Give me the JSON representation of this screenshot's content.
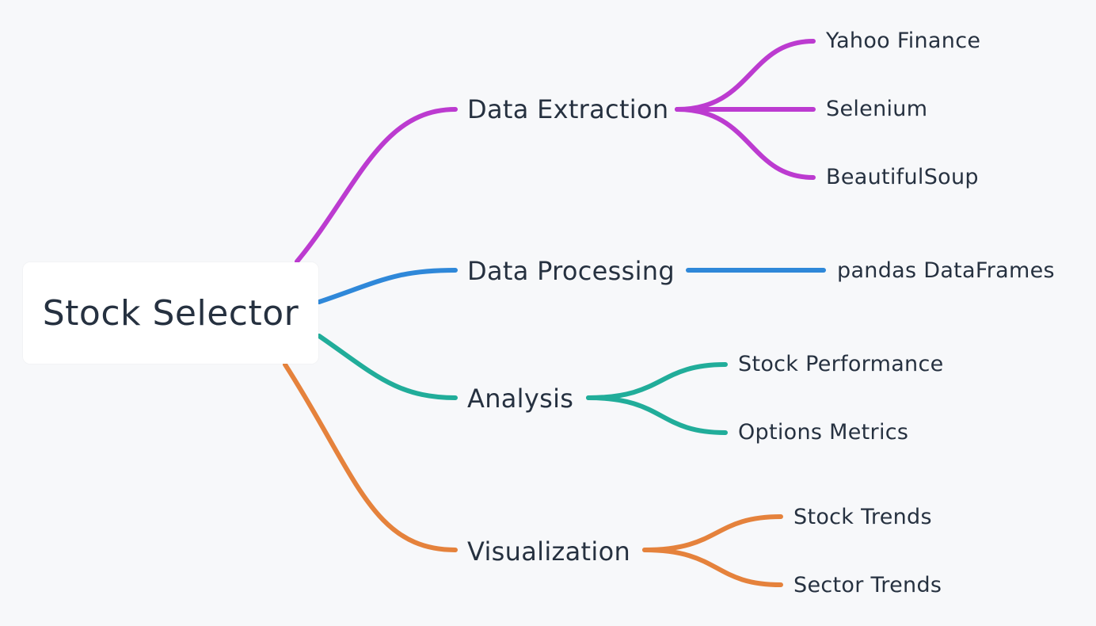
{
  "root": {
    "label": "Stock Selector"
  },
  "colors": {
    "extraction": "#bc3bd0",
    "processing": "#2f88d9",
    "analysis": "#21ad9a",
    "visualization": "#e5823c",
    "text": "#263140",
    "background": "#f7f8fa"
  },
  "branches": [
    {
      "label": "Data Extraction",
      "children": [
        "Yahoo Finance",
        "Selenium",
        "BeautifulSoup"
      ]
    },
    {
      "label": "Data Processing",
      "children": [
        "pandas DataFrames"
      ]
    },
    {
      "label": "Analysis",
      "children": [
        "Stock Performance",
        "Options Metrics"
      ]
    },
    {
      "label": "Visualization",
      "children": [
        "Stock Trends",
        "Sector Trends"
      ]
    }
  ]
}
